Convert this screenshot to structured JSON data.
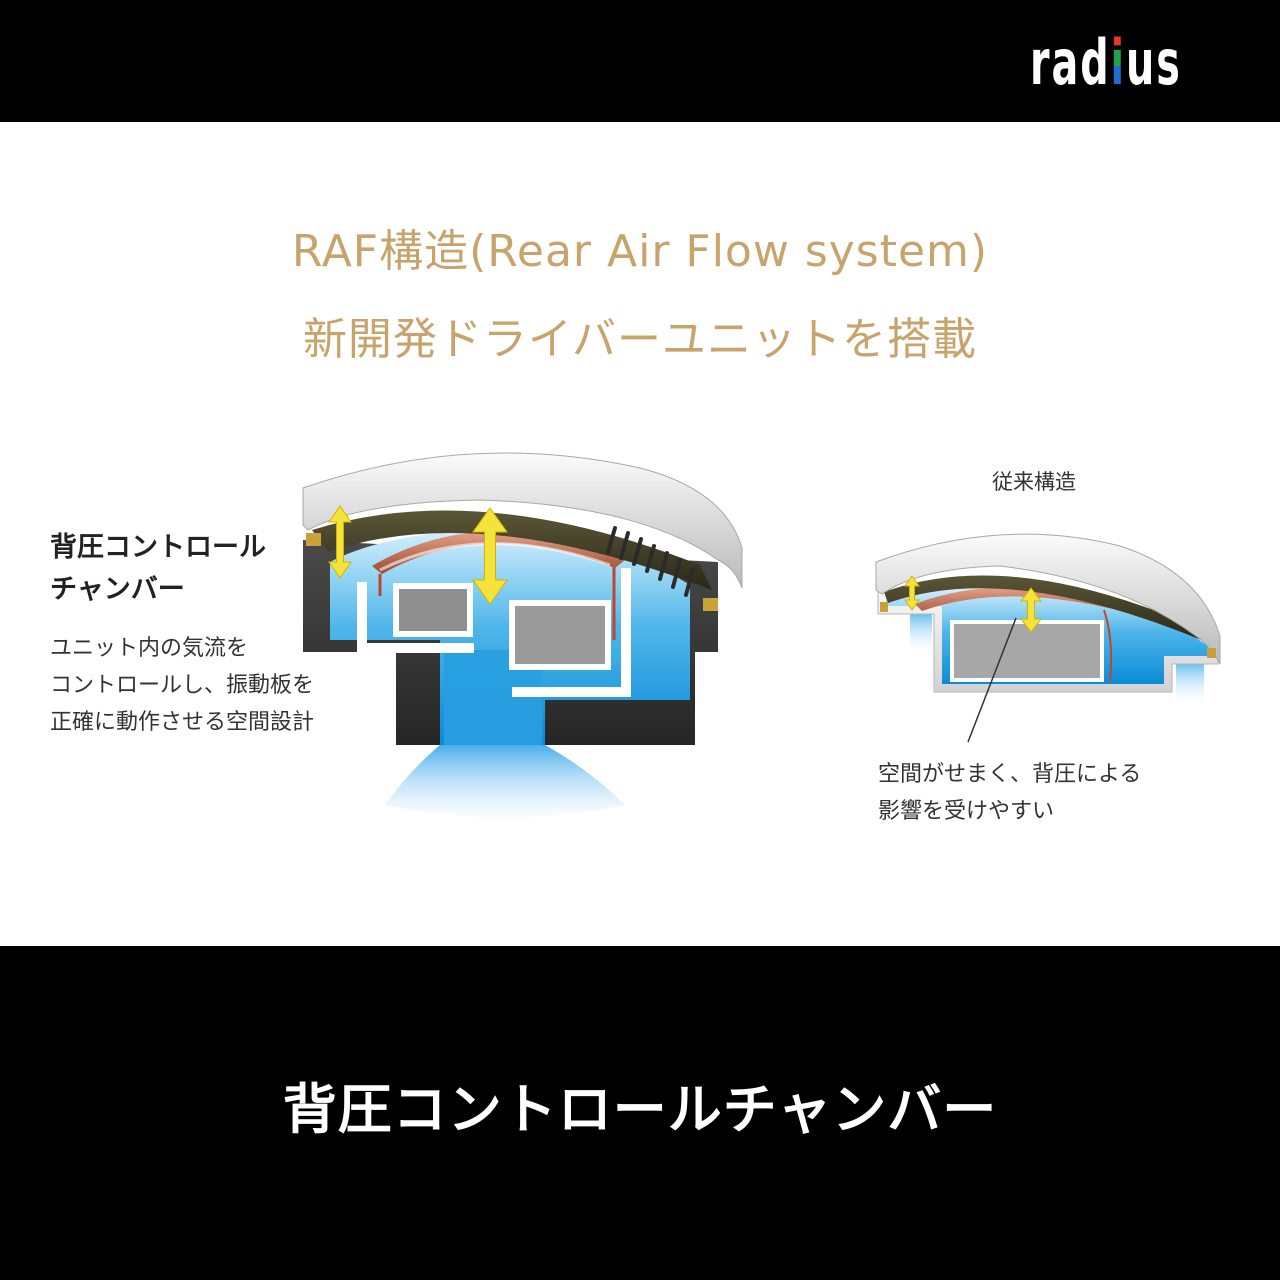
{
  "header": {
    "logo_text": "radius"
  },
  "headline": {
    "line1": "RAF構造(Rear Air Flow system)",
    "line2": "新開発ドライバーユニットを搭載"
  },
  "raf_diagram": {
    "label_title": [
      "背圧コントロール",
      "チャンバー"
    ],
    "description": [
      "ユニット内の気流を",
      "コントロールし、振動板を",
      "正確に動作させる空間設計"
    ]
  },
  "conventional_diagram": {
    "title": "従来構造",
    "note": [
      "空間がせまく、背圧による",
      "影響を受けやすい"
    ]
  },
  "footer": {
    "caption": "背圧コントロールチャンバー"
  },
  "colors": {
    "bars": "#000000",
    "headline_gold": "#c8a46c",
    "chamber_blue": "#1597dc",
    "arrow_yellow": "#f4e33c",
    "logo_i": [
      "#e8342c",
      "#1ea34a",
      "#1c6ed4"
    ]
  }
}
